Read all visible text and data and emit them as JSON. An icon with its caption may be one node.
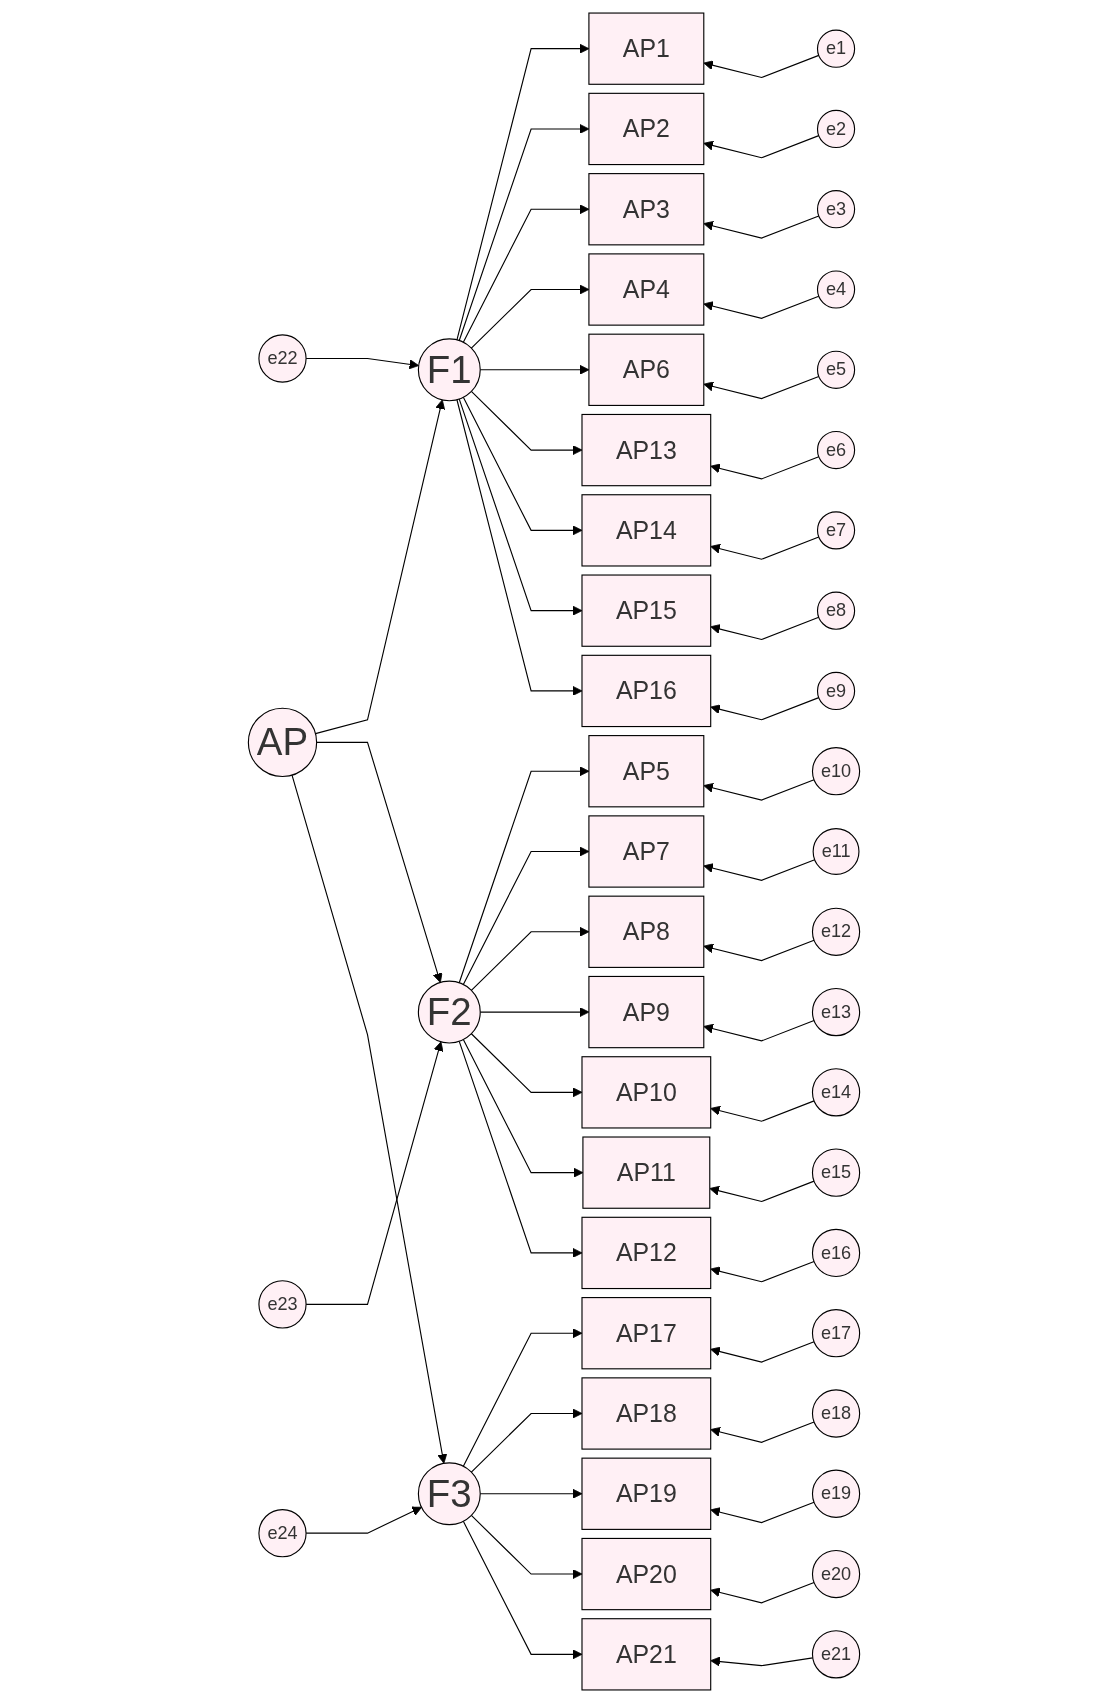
{
  "diagram": {
    "nodes": [
      {
        "text": [
          "AP"
        ]
      },
      {
        "text": [
          "F1"
        ]
      },
      {
        "text": [
          "F2"
        ]
      },
      {
        "text": [
          "F3"
        ]
      },
      {
        "text": [
          "e22"
        ]
      },
      {
        "text": [
          "e23"
        ]
      },
      {
        "text": [
          "e24"
        ]
      },
      {
        "text": [
          "AP1"
        ]
      },
      {
        "text": [
          "AP2"
        ]
      },
      {
        "text": [
          "AP3"
        ]
      },
      {
        "text": [
          "AP4"
        ]
      },
      {
        "text": [
          "AP6"
        ]
      },
      {
        "text": [
          "AP13"
        ]
      },
      {
        "text": [
          "AP14"
        ]
      },
      {
        "text": [
          "AP15"
        ]
      },
      {
        "text": [
          "AP16"
        ]
      },
      {
        "text": [
          "AP5"
        ]
      },
      {
        "text": [
          "AP7"
        ]
      },
      {
        "text": [
          "AP8"
        ]
      },
      {
        "text": [
          "AP9"
        ]
      },
      {
        "text": [
          "AP10"
        ]
      },
      {
        "text": [
          "AP11"
        ]
      },
      {
        "text": [
          "AP12"
        ]
      },
      {
        "text": [
          "AP17"
        ]
      },
      {
        "text": [
          "AP18"
        ]
      },
      {
        "text": [
          "AP19"
        ]
      },
      {
        "text": [
          "AP20"
        ]
      },
      {
        "text": [
          "AP21"
        ]
      },
      {
        "text": [
          "e1"
        ]
      },
      {
        "text": [
          "e2"
        ]
      },
      {
        "text": [
          "e3"
        ]
      },
      {
        "text": [
          "e4"
        ]
      },
      {
        "text": [
          "e5"
        ]
      },
      {
        "text": [
          "e6"
        ]
      },
      {
        "text": [
          "e7"
        ]
      },
      {
        "text": [
          "e8"
        ]
      },
      {
        "text": [
          "e9"
        ]
      },
      {
        "text": [
          "e10"
        ]
      },
      {
        "text": [
          "e11"
        ]
      },
      {
        "text": [
          "e12"
        ]
      },
      {
        "text": [
          "e13"
        ]
      },
      {
        "text": [
          "e14"
        ]
      },
      {
        "text": [
          "e15"
        ]
      },
      {
        "text": [
          "e16"
        ]
      },
      {
        "text": [
          "e17"
        ]
      },
      {
        "text": [
          "e18"
        ]
      },
      {
        "text": [
          "e19"
        ]
      },
      {
        "text": [
          "e20"
        ]
      },
      {
        "text": [
          "e21"
        ]
      }
    ],
    "edges": [
      {
        "from": 0,
        "to": 1,
        "arrow": "to"
      },
      {
        "from": 0,
        "to": 2,
        "arrow": "to"
      },
      {
        "from": 0,
        "to": 3,
        "arrow": "to"
      },
      {
        "from": 4,
        "to": 1,
        "arrow": "to"
      },
      {
        "from": 5,
        "to": 2,
        "arrow": "to"
      },
      {
        "from": 6,
        "to": 3,
        "arrow": "to"
      },
      {
        "from": 1,
        "to": 7,
        "arrow": "to"
      },
      {
        "from": 1,
        "to": 8,
        "arrow": "to"
      },
      {
        "from": 1,
        "to": 9,
        "arrow": "to"
      },
      {
        "from": 1,
        "to": 10,
        "arrow": "to"
      },
      {
        "from": 1,
        "to": 11,
        "arrow": "to"
      },
      {
        "from": 1,
        "to": 12,
        "arrow": "to"
      },
      {
        "from": 1,
        "to": 13,
        "arrow": "to"
      },
      {
        "from": 1,
        "to": 14,
        "arrow": "to"
      },
      {
        "from": 1,
        "to": 15,
        "arrow": "to"
      },
      {
        "from": 2,
        "to": 16,
        "arrow": "to"
      },
      {
        "from": 2,
        "to": 17,
        "arrow": "to"
      },
      {
        "from": 2,
        "to": 18,
        "arrow": "to"
      },
      {
        "from": 2,
        "to": 19,
        "arrow": "to"
      },
      {
        "from": 2,
        "to": 20,
        "arrow": "to"
      },
      {
        "from": 2,
        "to": 21,
        "arrow": "to"
      },
      {
        "from": 2,
        "to": 22,
        "arrow": "to"
      },
      {
        "from": 3,
        "to": 23,
        "arrow": "to"
      },
      {
        "from": 3,
        "to": 24,
        "arrow": "to"
      },
      {
        "from": 3,
        "to": 25,
        "arrow": "to"
      },
      {
        "from": 3,
        "to": 26,
        "arrow": "to"
      },
      {
        "from": 3,
        "to": 27,
        "arrow": "to"
      },
      {
        "from": 28,
        "to": 7,
        "arrow": "to"
      },
      {
        "from": 29,
        "to": 8,
        "arrow": "to"
      },
      {
        "from": 30,
        "to": 9,
        "arrow": "to"
      },
      {
        "from": 31,
        "to": 10,
        "arrow": "to"
      },
      {
        "from": 32,
        "to": 11,
        "arrow": "to"
      },
      {
        "from": 33,
        "to": 12,
        "arrow": "to"
      },
      {
        "from": 34,
        "to": 13,
        "arrow": "to"
      },
      {
        "from": 35,
        "to": 14,
        "arrow": "to"
      },
      {
        "from": 36,
        "to": 15,
        "arrow": "to"
      },
      {
        "from": 37,
        "to": 16,
        "arrow": "to"
      },
      {
        "from": 38,
        "to": 17,
        "arrow": "to"
      },
      {
        "from": 39,
        "to": 18,
        "arrow": "to"
      },
      {
        "from": 40,
        "to": 19,
        "arrow": "to"
      },
      {
        "from": 41,
        "to": 20,
        "arrow": "to"
      },
      {
        "from": 42,
        "to": 21,
        "arrow": "to"
      },
      {
        "from": 43,
        "to": 22,
        "arrow": "to"
      },
      {
        "from": 44,
        "to": 23,
        "arrow": "to"
      },
      {
        "from": 45,
        "to": 24,
        "arrow": "to"
      },
      {
        "from": 46,
        "to": 25,
        "arrow": "to"
      },
      {
        "from": 47,
        "to": 26,
        "arrow": "to"
      },
      {
        "from": 48,
        "to": 27,
        "arrow": "to"
      }
    ]
  }
}
